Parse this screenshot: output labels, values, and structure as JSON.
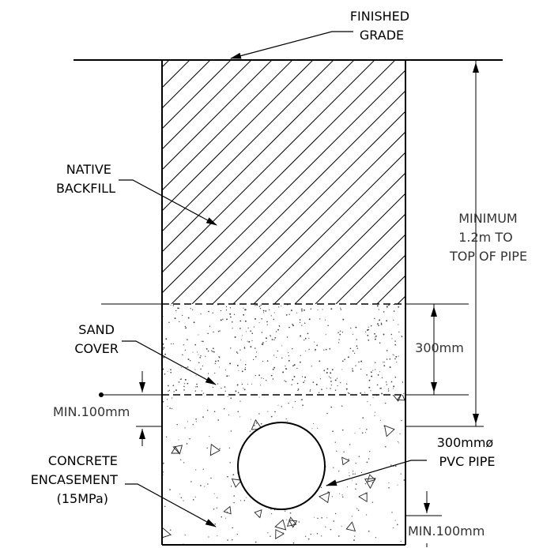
{
  "labels": {
    "finished_grade": [
      "FINISHED",
      "GRADE"
    ],
    "native_backfill": [
      "NATIVE",
      "BACKFILL"
    ],
    "sand_cover": [
      "SAND",
      "COVER"
    ],
    "concrete_encasement": [
      "CONCRETE",
      "ENCASEMENT",
      "(15MPa)"
    ],
    "minimum_cover": [
      "MINIMUM",
      "1.2m TO",
      "TOP OF PIPE"
    ],
    "sand_depth": "300mm",
    "min_above_pipe": "MIN.100mm",
    "min_below_pipe": "MIN.100mm",
    "pipe": [
      "300mmø",
      "PVC PIPE"
    ]
  }
}
